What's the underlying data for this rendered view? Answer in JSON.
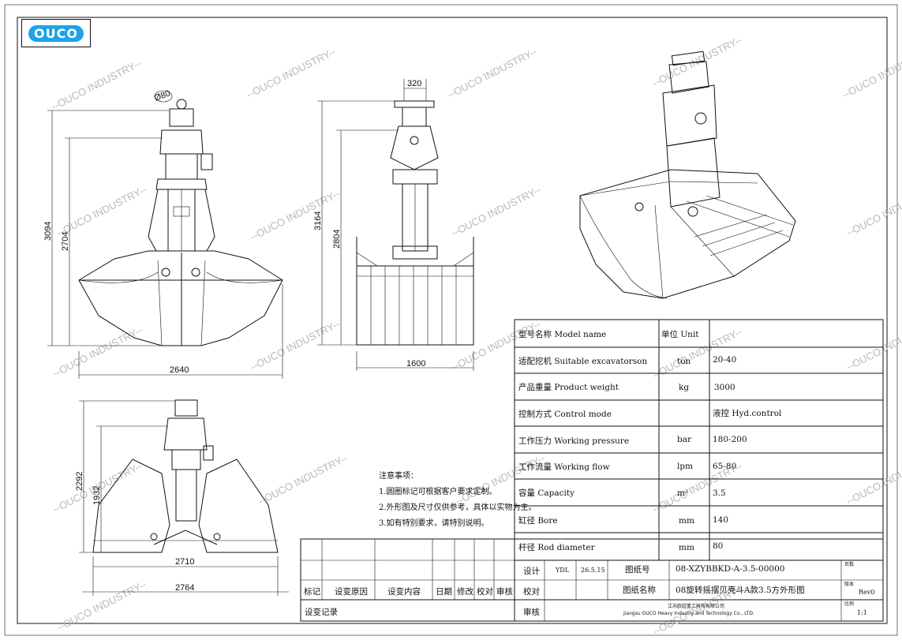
{
  "logo": {
    "text": "OUCO"
  },
  "watermark": "--OUCO INDUSTRY--",
  "dimensions": {
    "front_pin": "Ø80",
    "front_height_total": "3094",
    "front_height_inner": "2704",
    "front_width": "2640",
    "side_pin": "320",
    "side_height_total": "3164",
    "side_height_inner": "2804",
    "side_width": "1600",
    "open_height_total": "2292",
    "open_height_inner": "1932",
    "open_width_inner": "2710",
    "open_width_total": "2764"
  },
  "notes": {
    "title": "注意事项：",
    "items": [
      "1.圆圈标记可根据客户要求定制。",
      "2.外形图及尺寸仅供参考，具体以实物为主。",
      "3.如有特别要求，请特别说明。"
    ]
  },
  "spec_table": {
    "rows": [
      {
        "name": "型号名称 Model name",
        "unit": "单位 Unit",
        "value": ""
      },
      {
        "name": "适配挖机 Suitable excavatorson",
        "unit": "ton",
        "value": "20-40"
      },
      {
        "name": "产品重量 Product weight",
        "unit": "kg",
        "value": "3000"
      },
      {
        "name": "控制方式 Control mode",
        "unit": "",
        "value": "液控 Hyd.control"
      },
      {
        "name": "工作压力 Working pressure",
        "unit": "bar",
        "value": "180-200"
      },
      {
        "name": "工作流量 Working flow",
        "unit": "lpm",
        "value": "65-80"
      },
      {
        "name": "容量 Capacity",
        "unit": "m³",
        "value": "3.5"
      },
      {
        "name": "缸径 Bore",
        "unit": "mm",
        "value": "140"
      },
      {
        "name": "杆径 Rod diameter",
        "unit": "mm",
        "value": "80"
      }
    ]
  },
  "title_block": {
    "mark": "标记",
    "change_reason": "设变原因",
    "change_content": "设变内容",
    "date": "日期",
    "revise": "修改",
    "check_small": "校对",
    "approve_small": "审核",
    "change_record": "设变记录",
    "design": "设计",
    "designer": "YDL",
    "design_date": "26.5.15",
    "check": "校对",
    "approve": "审核",
    "drawing_no_label": "图纸号",
    "drawing_no": "08-XZYBBKD-A-3.5-00000",
    "drawing_name_label": "图纸名称",
    "drawing_name": "08旋转摇摆贝壳斗A款3.5方外形图",
    "company_cn": "江苏欧超重工科技有限公司",
    "company_en": "Jiangsu OUCO Heavy Industry and Technology Co., LTD.",
    "page_label": "页数",
    "version_label": "版本",
    "version": "Rev0",
    "scale_label": "比例",
    "scale": "1:1"
  }
}
